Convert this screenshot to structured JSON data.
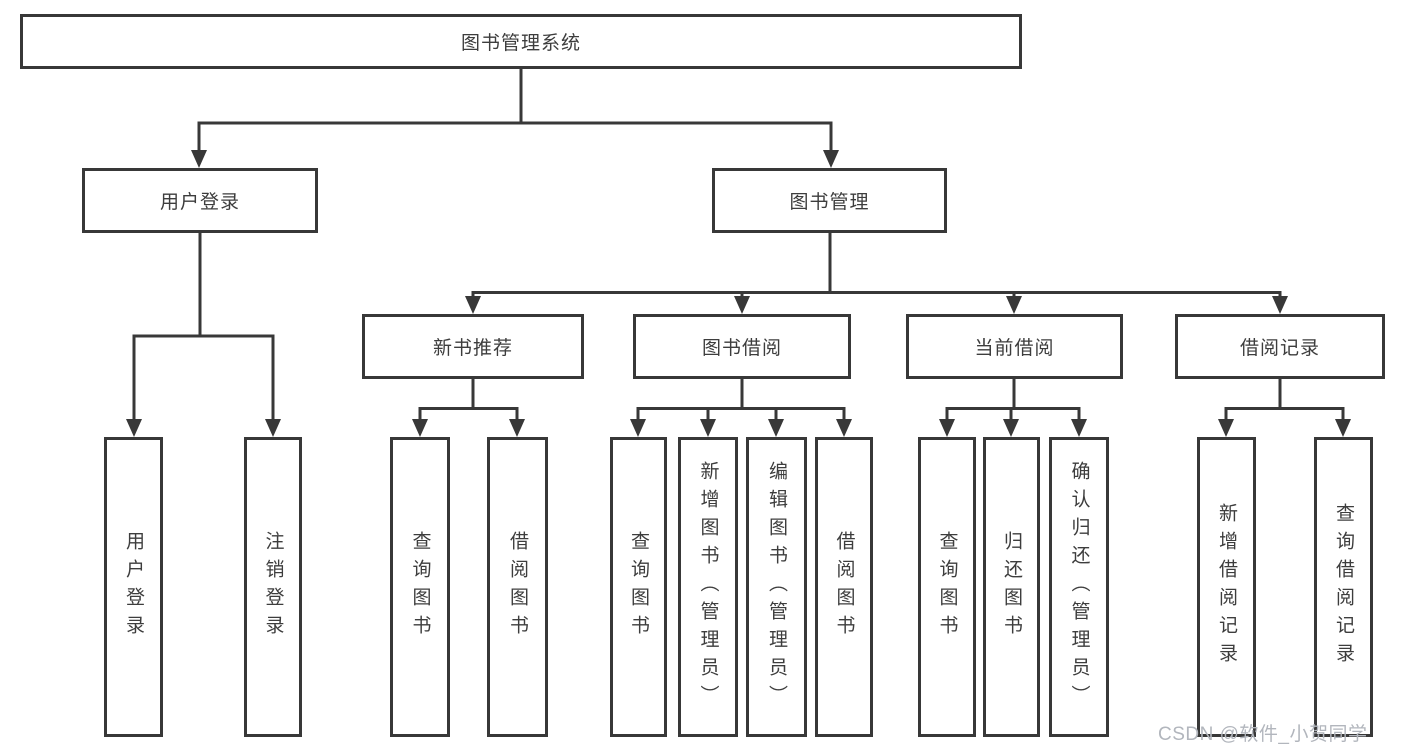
{
  "nodes": {
    "root": "图书管理系统",
    "user_login": "用户登录",
    "book_mgmt": "图书管理",
    "new_books": "新书推荐",
    "book_borrow": "图书借阅",
    "current_borrow": "当前借阅",
    "borrow_records": "借阅记录",
    "login": "用户登录",
    "logout": "注销登录",
    "nb_query": "查询图书",
    "nb_borrow": "借阅图书",
    "bb_query": "查询图书",
    "bb_add": "新增图书（管理员）",
    "bb_edit": "编辑图书（管理员）",
    "bb_borrow": "借阅图书",
    "cb_query": "查询图书",
    "cb_return": "归还图书",
    "cb_confirm": "确认归还（管理员）",
    "br_add": "新增借阅记录",
    "br_query": "查询借阅记录"
  },
  "hierarchy": {
    "root": [
      "user_login",
      "book_mgmt"
    ],
    "user_login": [
      "login",
      "logout"
    ],
    "book_mgmt": [
      "new_books",
      "book_borrow",
      "current_borrow",
      "borrow_records"
    ],
    "new_books": [
      "nb_query",
      "nb_borrow"
    ],
    "book_borrow": [
      "bb_query",
      "bb_add",
      "bb_edit",
      "bb_borrow"
    ],
    "current_borrow": [
      "cb_query",
      "cb_return",
      "cb_confirm"
    ],
    "borrow_records": [
      "br_add",
      "br_query"
    ]
  },
  "watermark": {
    "text": "CSDN @软件_小贺同学"
  },
  "colors": {
    "line": "#383838",
    "text": "#3d3d3d",
    "watermark": "#b2b6bd",
    "background": "#ffffff"
  }
}
